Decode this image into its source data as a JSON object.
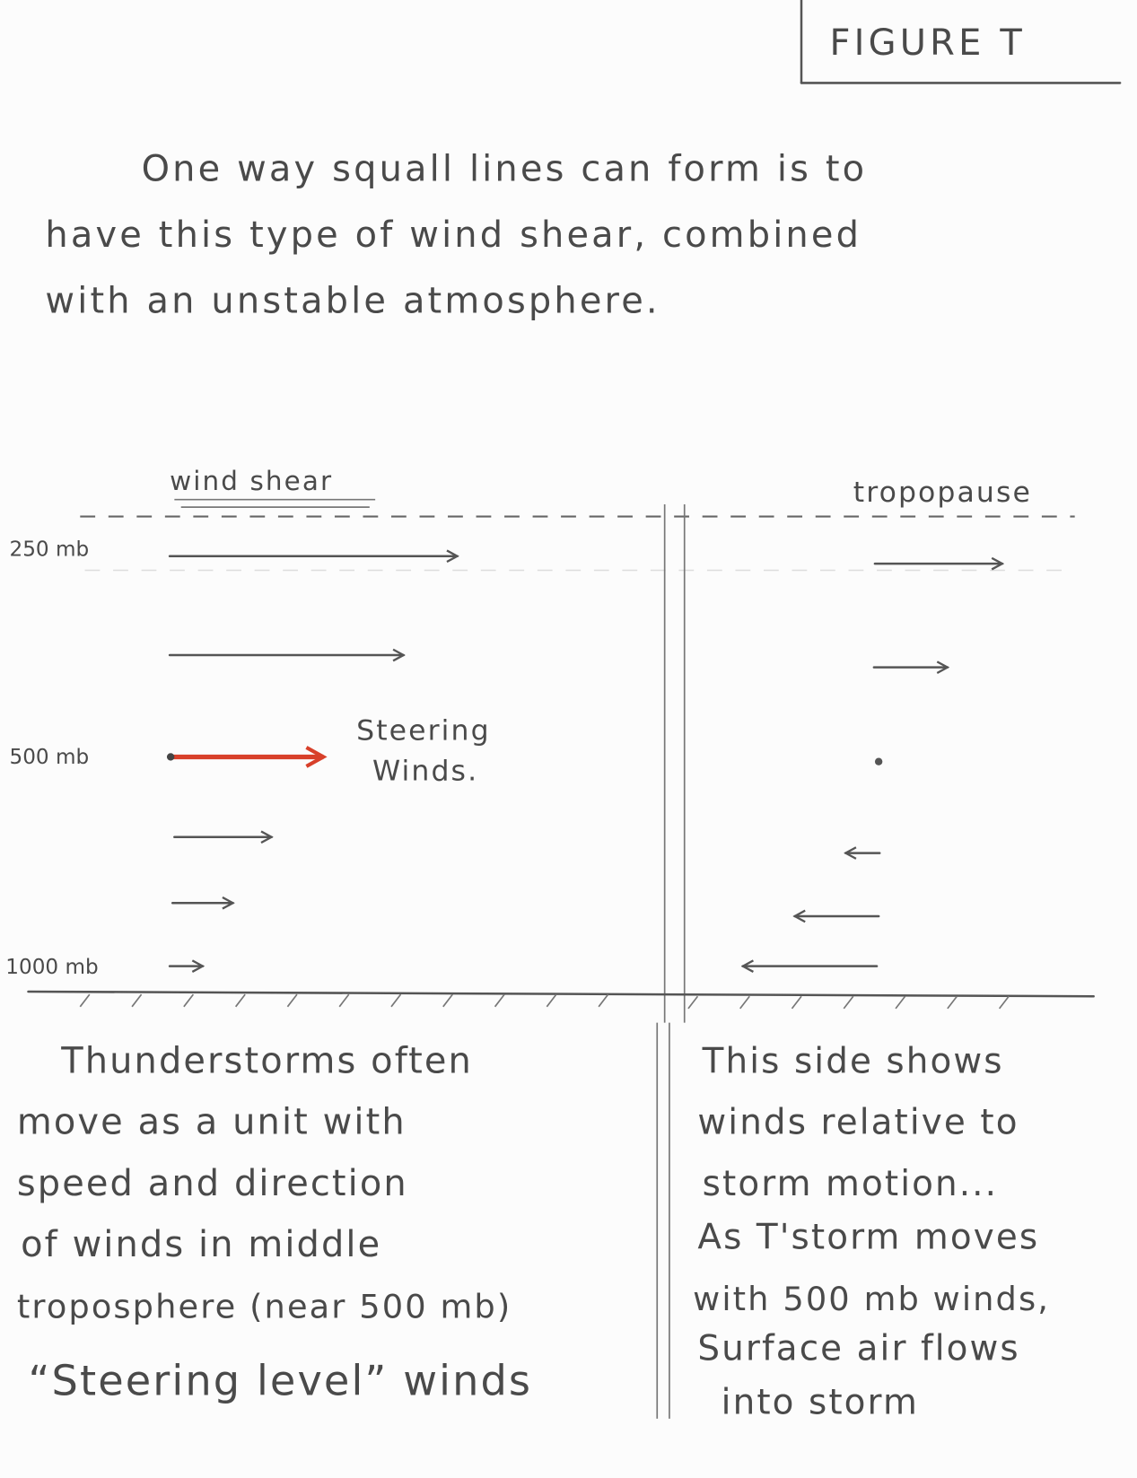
{
  "title": "FIGURE T",
  "intro": [
    "One way squall lines can form is to",
    "have this type of wind shear, combined",
    "with an unstable atmosphere."
  ],
  "left_heading": "wind shear",
  "tropopause_label": "tropopause",
  "levels": {
    "top": "250 mb",
    "middle": "500 mb",
    "bottom": "1000 mb"
  },
  "steering_label": [
    "Steering",
    "Winds."
  ],
  "left_text": [
    "Thunderstorms often",
    "move as a unit with",
    "speed and direction",
    "of winds in middle",
    "troposphere (near 500 mb)",
    "“Steering level” winds"
  ],
  "right_text": [
    "This side shows",
    "winds relative to",
    "storm motion...",
    "As T'storm moves",
    "with 500 mb winds,",
    "Surface air flows",
    "into storm"
  ],
  "colors": {
    "steering_arrow": "#d8402a",
    "pencil": "#555555"
  }
}
